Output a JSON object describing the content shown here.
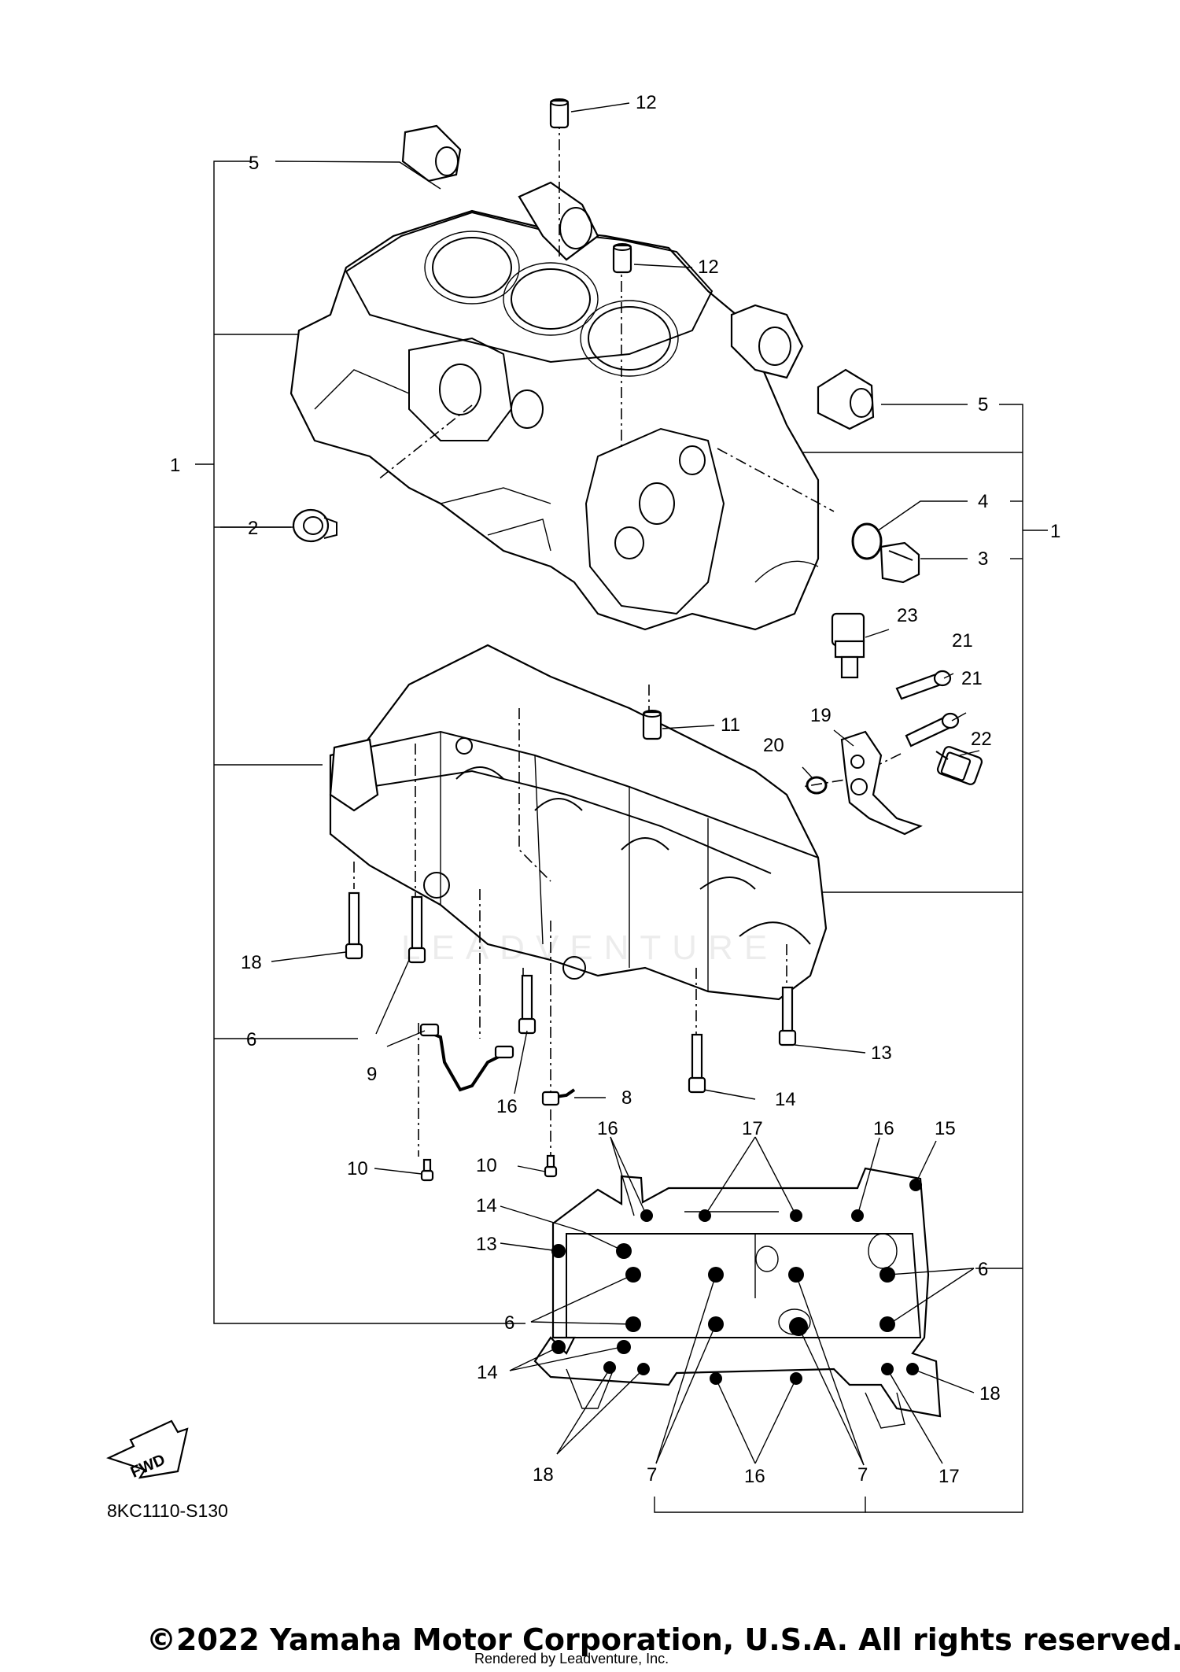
{
  "diagram_code": "8KC1110-S130",
  "copyright": "©2022 Yamaha Motor Corporation, U.S.A. All rights reserved.",
  "render_credit": "Rendered by Leadventure, Inc.",
  "watermark": "LEADVENTURE",
  "fwd_arrow_label": "FWD",
  "callouts": {
    "c12a": "12",
    "c12b": "12",
    "c5a": "5",
    "c5b": "5",
    "c1a": "1",
    "c1b": "1",
    "c2": "2",
    "c4": "4",
    "c3": "3",
    "c23": "23",
    "c21a": "21",
    "c21b": "21",
    "c11": "11",
    "c19": "19",
    "c20": "20",
    "c22": "22",
    "c18a": "18",
    "c6a": "6",
    "c13a": "13",
    "c9": "9",
    "c16a": "16",
    "c8": "8",
    "c14a": "14",
    "c10a": "10",
    "c10b": "10",
    "c16b": "16",
    "c17a": "17",
    "c16c": "16",
    "c15": "15",
    "c14b": "14",
    "c13b": "13",
    "c6b": "6",
    "c6c": "6",
    "c14c": "14",
    "c18b": "18",
    "c18c": "18",
    "c7a": "7",
    "c16d": "16",
    "c7b": "7",
    "c17b": "17"
  }
}
